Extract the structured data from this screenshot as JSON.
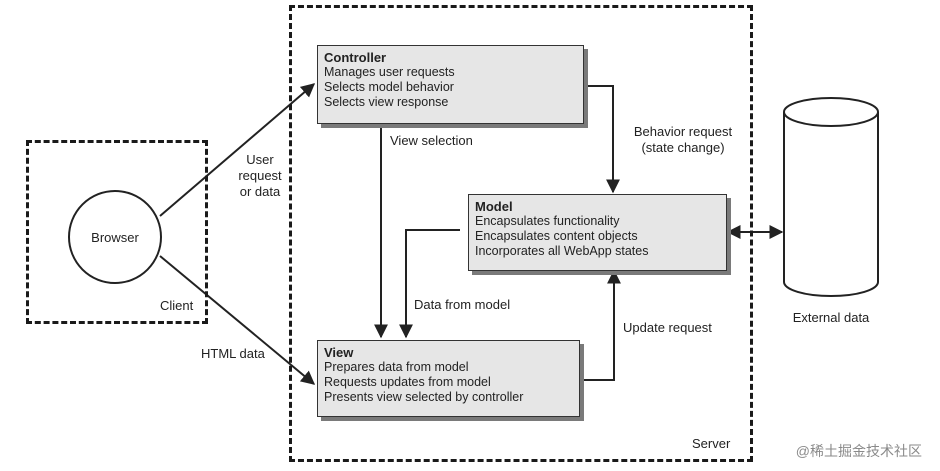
{
  "regions": {
    "client_label": "Client",
    "server_label": "Server"
  },
  "browser": {
    "label": "Browser"
  },
  "controller": {
    "title": "Controller",
    "lines": [
      "Manages user requests",
      "Selects model behavior",
      "Selects view response"
    ]
  },
  "model": {
    "title": "Model",
    "lines": [
      "Encapsulates functionality",
      "Encapsulates content objects",
      "Incorporates all WebApp states"
    ]
  },
  "view": {
    "title": "View",
    "lines": [
      "Prepares data from model",
      "Requests updates from model",
      "Presents view selected by controller"
    ]
  },
  "external": {
    "label": "External data"
  },
  "edges": {
    "user_request": [
      "User",
      "request",
      "or data"
    ],
    "html_data": "HTML data",
    "view_selection": "View selection",
    "behavior_request": [
      "Behavior request",
      "(state change)"
    ],
    "data_from_model": "Data from model",
    "update_request": "Update request"
  },
  "watermark": "@稀土掘金技术社区"
}
